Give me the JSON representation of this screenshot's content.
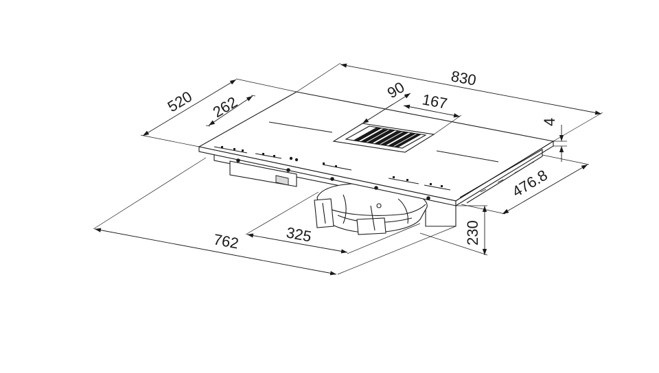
{
  "drawing": {
    "subject": "cooktop-with-integrated-downdraft-extractor",
    "dimensions": {
      "overall_width": "830",
      "overall_depth": "520",
      "inner_depth": "262",
      "vent_offset": "90",
      "vent_width": "167",
      "glass_thickness": "4",
      "cutout_depth": "476.8",
      "cutout_width": "762",
      "motor_width": "325",
      "install_height": "230"
    }
  }
}
